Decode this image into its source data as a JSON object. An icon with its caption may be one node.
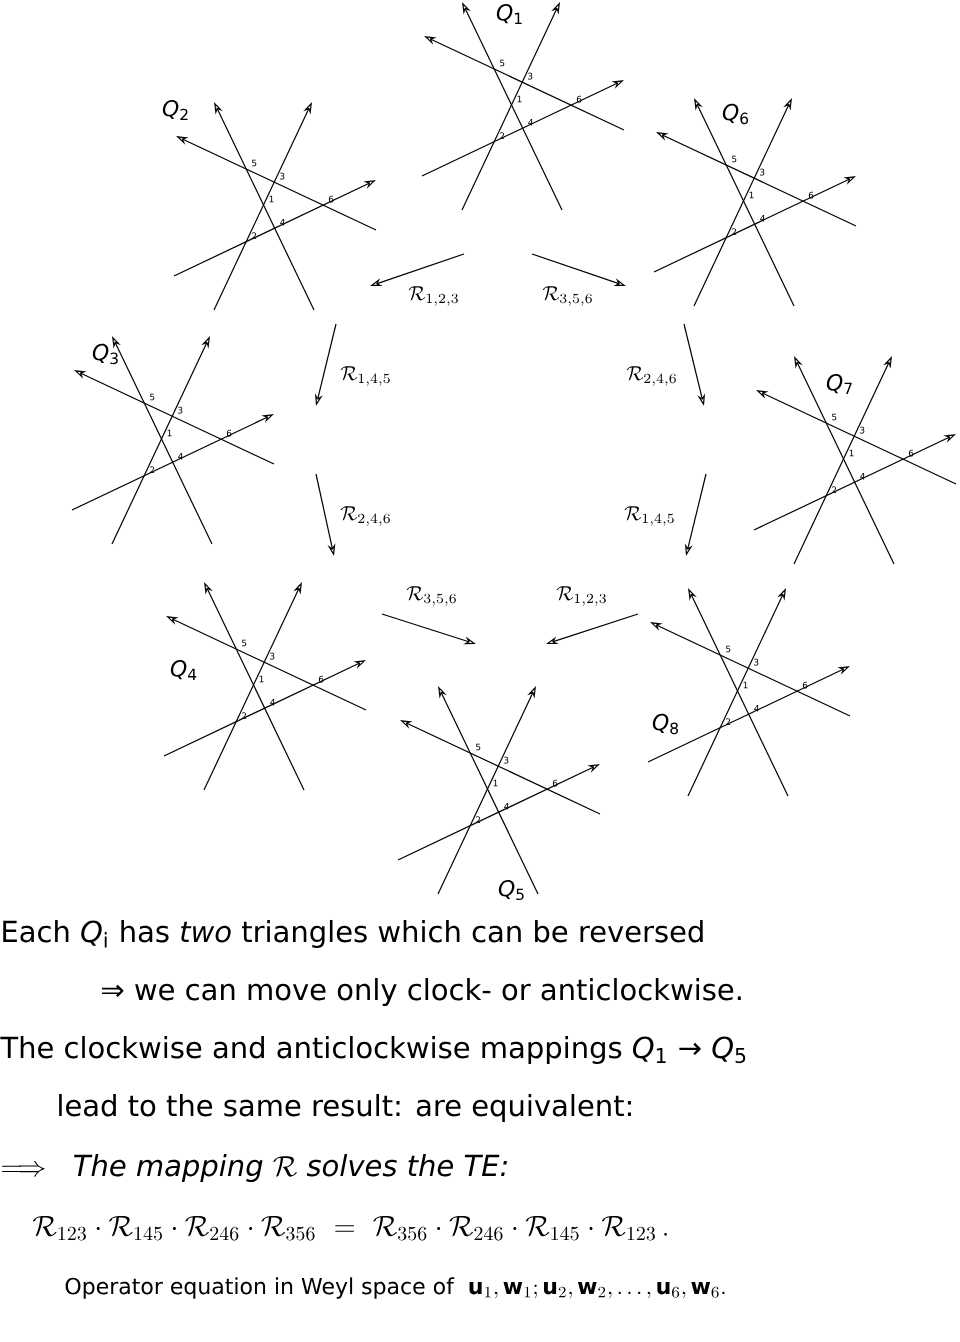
{
  "diagram": {
    "nodes": [
      {
        "text": [
          "*Q*$_{1}$",
          "1",
          "2",
          "3",
          "4",
          "5",
          "6"
        ]
      },
      {
        "text": [
          "*Q*$_{2}$",
          "1",
          "2",
          "3",
          "4",
          "5",
          "6"
        ]
      },
      {
        "text": [
          "*Q*$_{6}$",
          "1",
          "2",
          "3",
          "4",
          "5",
          "6"
        ]
      },
      {
        "text": [
          "*Q*$_{3}$",
          "1",
          "2",
          "3",
          "4",
          "5",
          "6"
        ]
      },
      {
        "text": [
          "*Q*$_{7}$",
          "1",
          "2",
          "3",
          "4",
          "5",
          "6"
        ]
      },
      {
        "text": [
          "*Q*$_{4}$",
          "1",
          "2",
          "3",
          "4",
          "5",
          "6"
        ]
      },
      {
        "text": [
          "*Q*$_{8}$",
          "1",
          "2",
          "3",
          "4",
          "5",
          "6"
        ]
      },
      {
        "text": [
          "*Q*$_{5}$",
          "1",
          "2",
          "3",
          "4",
          "5",
          "6"
        ]
      }
    ],
    "edges": [
      {
        "from": 0,
        "to": 1,
        "arrow": "to",
        "label": "\\mathcal{R}_{1,2,3}"
      },
      {
        "from": 1,
        "to": 3,
        "arrow": "to",
        "label": "\\mathcal{R}_{1,4,5}"
      },
      {
        "from": 3,
        "to": 5,
        "arrow": "to",
        "label": "\\mathcal{R}_{2,4,6}"
      },
      {
        "from": 5,
        "to": 7,
        "arrow": "to",
        "label": "\\mathcal{R}_{3,5,6}"
      },
      {
        "from": 0,
        "to": 2,
        "arrow": "to",
        "label": "\\mathcal{R}_{3,5,6}"
      },
      {
        "from": 2,
        "to": 4,
        "arrow": "to",
        "label": "\\mathcal{R}_{2,4,6}"
      },
      {
        "from": 4,
        "to": 6,
        "arrow": "to",
        "label": "\\mathcal{R}_{1,4,5}"
      },
      {
        "from": 6,
        "to": 7,
        "arrow": "to",
        "label": "\\mathcal{R}_{1,2,3}"
      }
    ],
    "labels": [
      "Each *Q*$_{i}$ has *two* triangles which can be reversed",
      "⇒ we can move only clock- or anticlockwise.",
      "The clockwise and anticlockwise mappings *Q*$_{1}$ → *Q*$_{5}$",
      "lead to the same result: are equivalent:",
      "\\Longrightarrow\\ \\ \\textit{The mapping}\\ \\mathcal{R}\\ \\textit{solves the TE:}",
      "\\mathcal{R}_{123}\\cdot\\mathcal{R}_{145}\\cdot\\mathcal{R}_{246}\\cdot\\mathcal{R}_{356}\\ =\\ \\mathcal{R}_{356}\\cdot\\mathcal{R}_{246}\\cdot\\mathcal{R}_{145}\\cdot\\mathcal{R}_{123}\\,.",
      "\\textrm{Operator equation in Weyl space of}\\ \\ \\mathbf{u}_1,\\mathbf{w}_1;\\mathbf{u}_2,\\mathbf{w}_2,\\ldots,\\mathbf{u}_6,\\mathbf{w}_6."
    ]
  }
}
